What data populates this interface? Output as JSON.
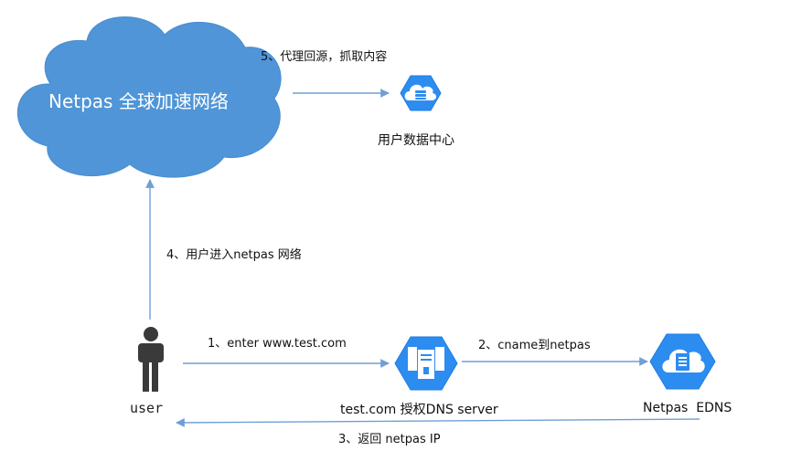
{
  "cloud": {
    "label": "Netpas 全球加速网络"
  },
  "nodes": {
    "datacenter": "用户数据中心",
    "user": "user",
    "dns_server": "test.com 授权DNS server",
    "edns": "Netpas  EDNS"
  },
  "edges": {
    "step1": "1、enter www.test.com",
    "step2": "2、cname到netpas",
    "step3": "3、返回 netpas IP",
    "step4": "4、用户进入netpas 网络",
    "step5": "5、代理回源，抓取内容"
  },
  "colors": {
    "cloud": "#4f95d8",
    "hex_icon": "#2d8cf0",
    "arrow": "#6f9fd6",
    "user": "#3a3a3a"
  },
  "icons": {
    "datacenter": "cloud-database-icon",
    "user": "user-icon",
    "dns_server": "server-icon",
    "edns": "cloud-document-icon"
  }
}
